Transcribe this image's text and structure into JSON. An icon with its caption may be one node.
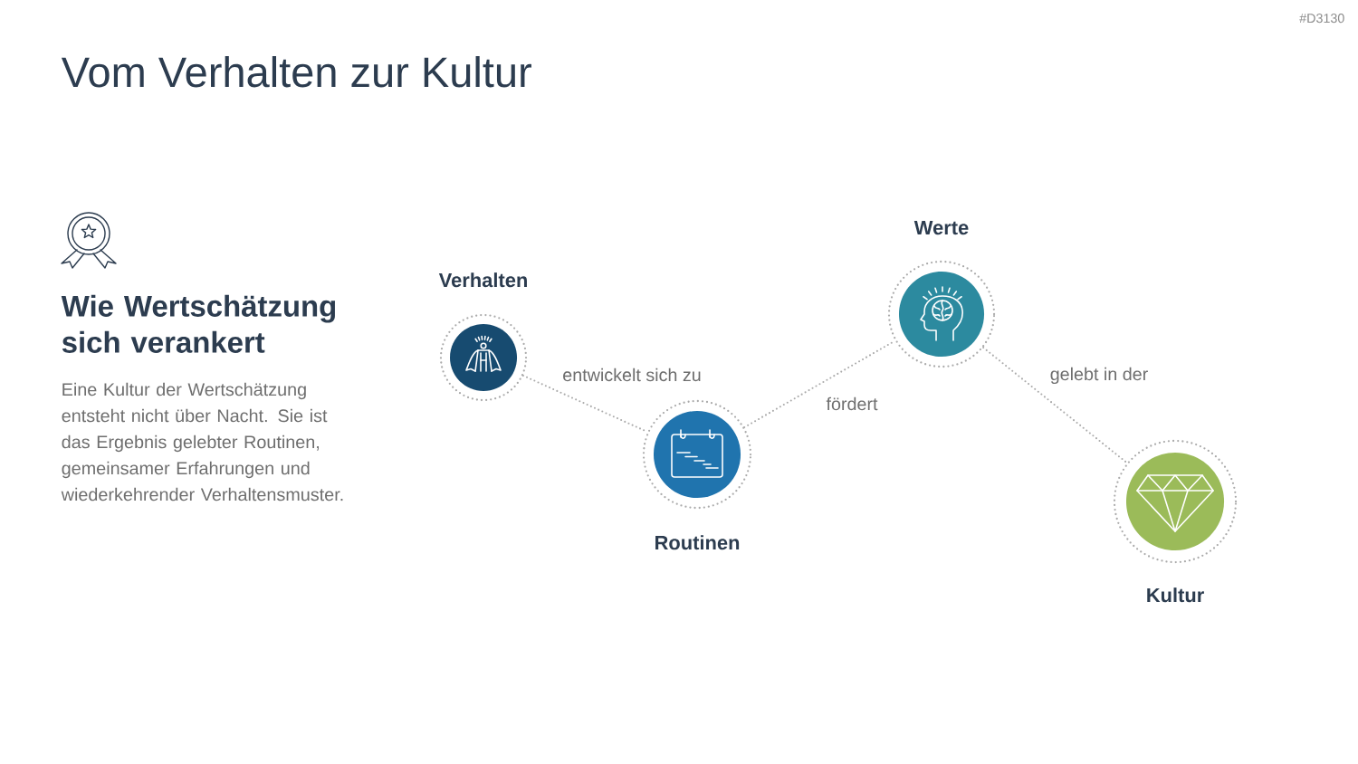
{
  "diagram": {
    "title": "Vom Verhalten zur Kultur",
    "nodes": [
      {
        "text": [
          "Verhalten"
        ]
      },
      {
        "text": [
          "Routinen"
        ]
      },
      {
        "text": [
          "Werte"
        ]
      },
      {
        "text": [
          "Kultur"
        ]
      }
    ],
    "edges": [
      {
        "from": 0,
        "to": 1,
        "arrow": "none",
        "label": "entwickelt sich zu",
        "style": "dashed"
      },
      {
        "from": 1,
        "to": 2,
        "arrow": "none",
        "label": "fördert",
        "style": "dashed"
      },
      {
        "from": 2,
        "to": 3,
        "arrow": "none",
        "label": "gelebt in der",
        "style": "dashed"
      }
    ],
    "labels": [
      "#D3130",
      "Wie Wertschätzung sich verankert",
      "Eine Kultur der Wertschätzung entsteht nicht über Nacht. Sie ist das Ergebnis gelebter Routinen, gemeinsamer Erfahrungen und wiederkehrender Verhaltensmuster."
    ]
  }
}
